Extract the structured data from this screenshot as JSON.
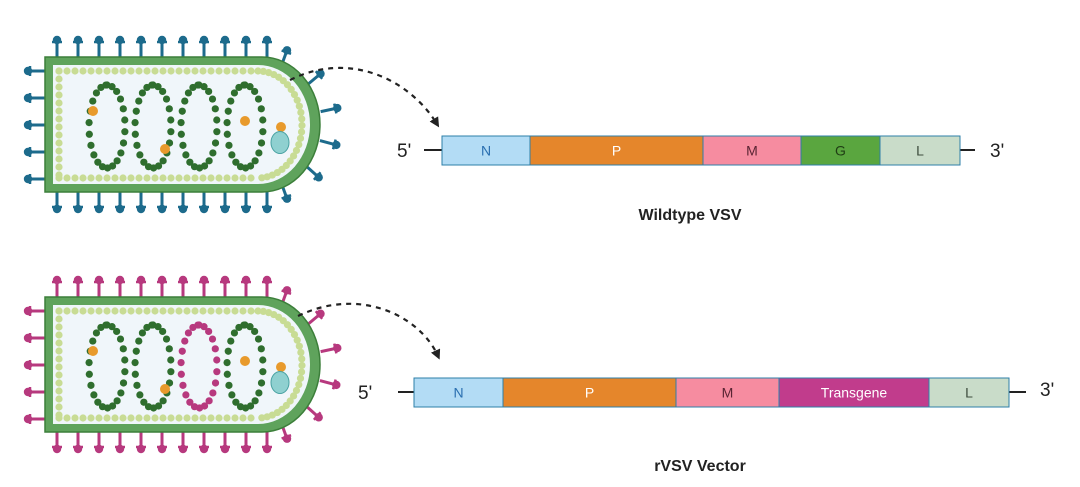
{
  "diagrams": [
    {
      "caption": "Wildtype VSV",
      "five_prime": "5'",
      "three_prime": "3'",
      "spike_color": "#1d6b8c",
      "segments": [
        {
          "label": "N",
          "color": "#b3dcf5",
          "text_color": "#2a6fb0"
        },
        {
          "label": "P",
          "color": "#e5862b",
          "text_color": "#ffffff"
        },
        {
          "label": "M",
          "color": "#f68ca0",
          "text_color": "#5a2433"
        },
        {
          "label": "G",
          "color": "#5aa63f",
          "text_color": "#1f3d14"
        },
        {
          "label": "L",
          "color": "#c9dcc9",
          "text_color": "#3d4d3d"
        }
      ]
    },
    {
      "caption": "rVSV Vector",
      "five_prime": "5'",
      "three_prime": "3'",
      "spike_color": "#b7397e",
      "segments": [
        {
          "label": "N",
          "color": "#b3dcf5",
          "text_color": "#2a6fb0"
        },
        {
          "label": "P",
          "color": "#e5862b",
          "text_color": "#ffffff"
        },
        {
          "label": "M",
          "color": "#f68ca0",
          "text_color": "#5a2433"
        },
        {
          "label": "Transgene",
          "color": "#c13c8c",
          "text_color": "#ffffff"
        },
        {
          "label": "L",
          "color": "#c9dcc9",
          "text_color": "#3d4d3d"
        }
      ]
    }
  ],
  "colors": {
    "envelope": "#5fa35c",
    "matrix_beads": "#c8dc94",
    "interior": "#f0f6fa",
    "nucleocapsid": "#2f6e2e",
    "transgene_coil": "#b7397e",
    "phosphoprotein": "#e89a2c",
    "polymerase": "#8fd0d0"
  }
}
